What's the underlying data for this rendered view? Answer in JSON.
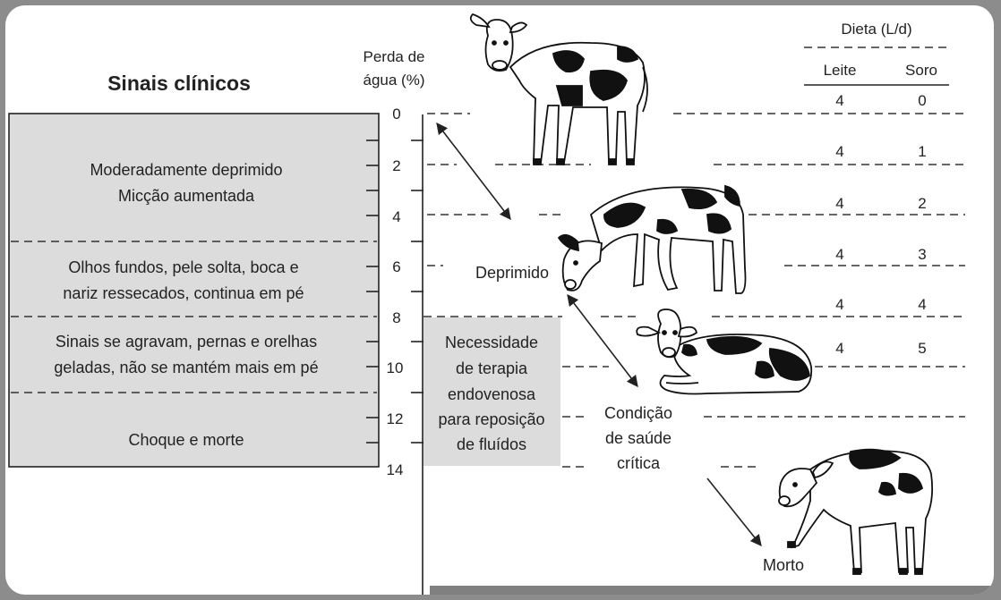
{
  "header": {
    "clinical_signs_title": "Sinais clínicos",
    "water_loss_line1": "Perda de",
    "water_loss_line2": "água (%)"
  },
  "diet": {
    "title": "Dieta (L/d)",
    "col_milk": "Leite",
    "col_serum": "Soro",
    "rows": [
      {
        "leite": "4",
        "soro": "0"
      },
      {
        "leite": "4",
        "soro": "1"
      },
      {
        "leite": "4",
        "soro": "2"
      },
      {
        "leite": "4",
        "soro": "3"
      },
      {
        "leite": "4",
        "soro": "4"
      },
      {
        "leite": "4",
        "soro": "5"
      }
    ]
  },
  "axis_ticks": [
    "0",
    "2",
    "4",
    "6",
    "8",
    "10",
    "12",
    "14"
  ],
  "clinical_signs": [
    {
      "line1": "Moderadamente deprimido",
      "line2": "Micção aumentada"
    },
    {
      "line1": "Olhos fundos, pele solta, boca e",
      "line2": "nariz ressecados, continua em pé"
    },
    {
      "line1": "Sinais se agravam, pernas e orelhas",
      "line2": "geladas, não se mantém mais em pé"
    },
    {
      "line1": "Choque e morte",
      "line2": ""
    }
  ],
  "therapy": {
    "line1": "Necessidade",
    "line2": "de terapia",
    "line3": "endovenosa",
    "line4": "para reposição",
    "line5": "de fluídos"
  },
  "stages": {
    "deprimido": "Deprimido",
    "critica_line1": "Condição",
    "critica_line2": "de saúde",
    "critica_line3": "crítica",
    "morto": "Morto"
  },
  "colors": {
    "frame_border": "#8c8c8c",
    "panel_fill": "#dcdcdc",
    "bottom_bar": "#808080",
    "cow_spot": "#111111"
  },
  "icons": [
    "standing-calf-icon",
    "grazing-calf-icon",
    "lying-calf-icon",
    "collapsing-calf-icon"
  ]
}
